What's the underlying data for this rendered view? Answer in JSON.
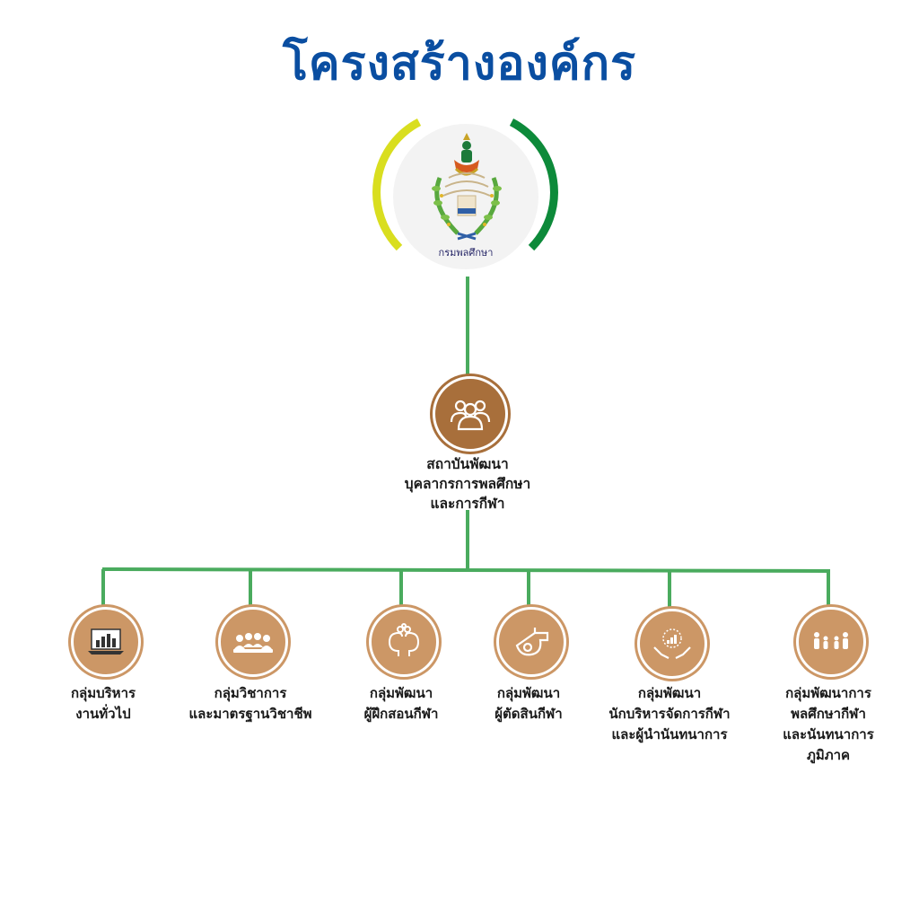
{
  "title": "โครงสร้างองค์กร",
  "colors": {
    "title": "#0a4ea1",
    "line": "#4aab5e",
    "node": "#cc9766",
    "main_node": "#a86f3b",
    "arc_left": "#d9de1f",
    "arc_right": "#0d8a3a"
  },
  "logo": {
    "caption": "กรมพลศึกษา"
  },
  "main": {
    "icon": "people-group-icon",
    "lines": [
      "สถาบันพัฒนา",
      "บุคลากรการพลศึกษา",
      "และการกีฬา"
    ]
  },
  "groups": [
    {
      "icon": "laptop-chart-icon",
      "lines": [
        "กลุ่มบริหาร",
        "งานทั่วไป"
      ]
    },
    {
      "icon": "meeting-icon",
      "lines": [
        "กลุ่มวิชาการ",
        "และมาตรฐานวิชาชีพ"
      ]
    },
    {
      "icon": "brainstorm-icon",
      "lines": [
        "กลุ่มพัฒนา",
        "ผู้ฝึกสอนกีฬา"
      ]
    },
    {
      "icon": "whistle-icon",
      "lines": [
        "กลุ่มพัฒนา",
        "ผู้ตัดสินกีฬา"
      ]
    },
    {
      "icon": "hands-growth-icon",
      "lines": [
        "กลุ่มพัฒนา",
        "นักบริหารจัดการกีฬา",
        "และผู้นำนันทนาการ"
      ]
    },
    {
      "icon": "family-icon",
      "lines": [
        "กลุ่มพัฒนาการ",
        "พลศึกษากีฬา",
        "และนันทนาการ",
        "ภูมิภาค"
      ]
    }
  ]
}
